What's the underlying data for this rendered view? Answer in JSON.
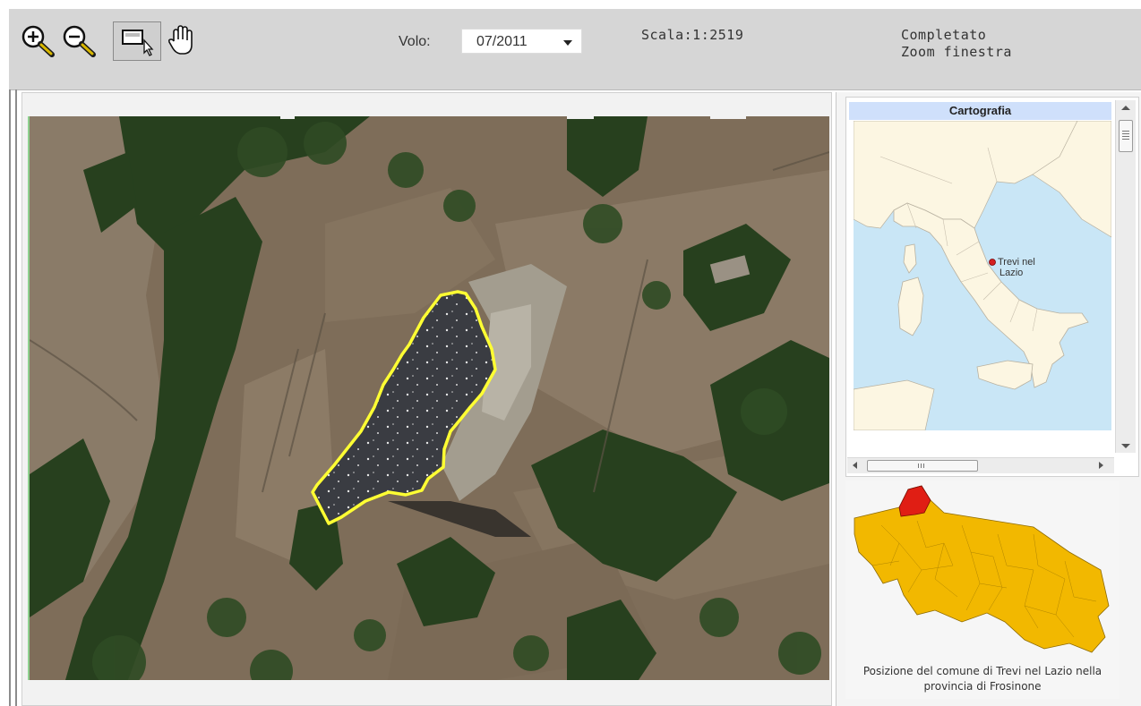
{
  "toolbar": {
    "tools": [
      {
        "name": "zoom-in-icon"
      },
      {
        "name": "zoom-out-icon"
      },
      {
        "name": "zoom-window-icon",
        "active": true
      },
      {
        "name": "pan-hand-icon"
      }
    ],
    "volo_label": "Volo:",
    "volo_value": "07/2011",
    "scale_text": "Scala:1:2519",
    "status_line1": "Completato",
    "status_line2": "Zoom finestra"
  },
  "side_panel": {
    "cartografia_title": "Cartografia",
    "italy_marker_label_line1": "Trevi nel",
    "italy_marker_label_line2": "Lazio",
    "province_caption_line1": "Posizione del comune di Trevi nel Lazio nella",
    "province_caption_line2": "provincia di Frosinone"
  },
  "colors": {
    "toolbar_bg": "#d6d6d6",
    "highlight_outline": "#ffff33",
    "sea": "#c9e6f6",
    "land": "#fcf6e2",
    "province_fill": "#f2b800",
    "municipality_highlight": "#e01e14",
    "cartografia_header_bg": "#cfe0fb"
  }
}
